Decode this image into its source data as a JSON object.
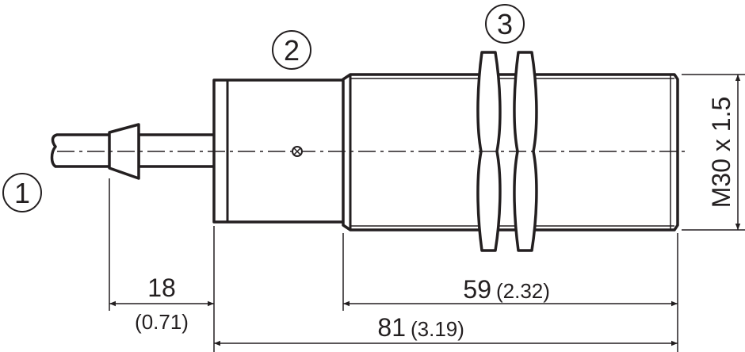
{
  "callouts": {
    "cable": "1",
    "housing": "2",
    "nuts": "3"
  },
  "dimensions": {
    "cable_gland": {
      "mm": "18",
      "inch": "(0.71)"
    },
    "thread_length": {
      "mm": "59",
      "inch": "(2.32)"
    },
    "total_length": {
      "mm": "81",
      "inch": "(3.19)"
    },
    "thread": "M30 x 1.5"
  }
}
